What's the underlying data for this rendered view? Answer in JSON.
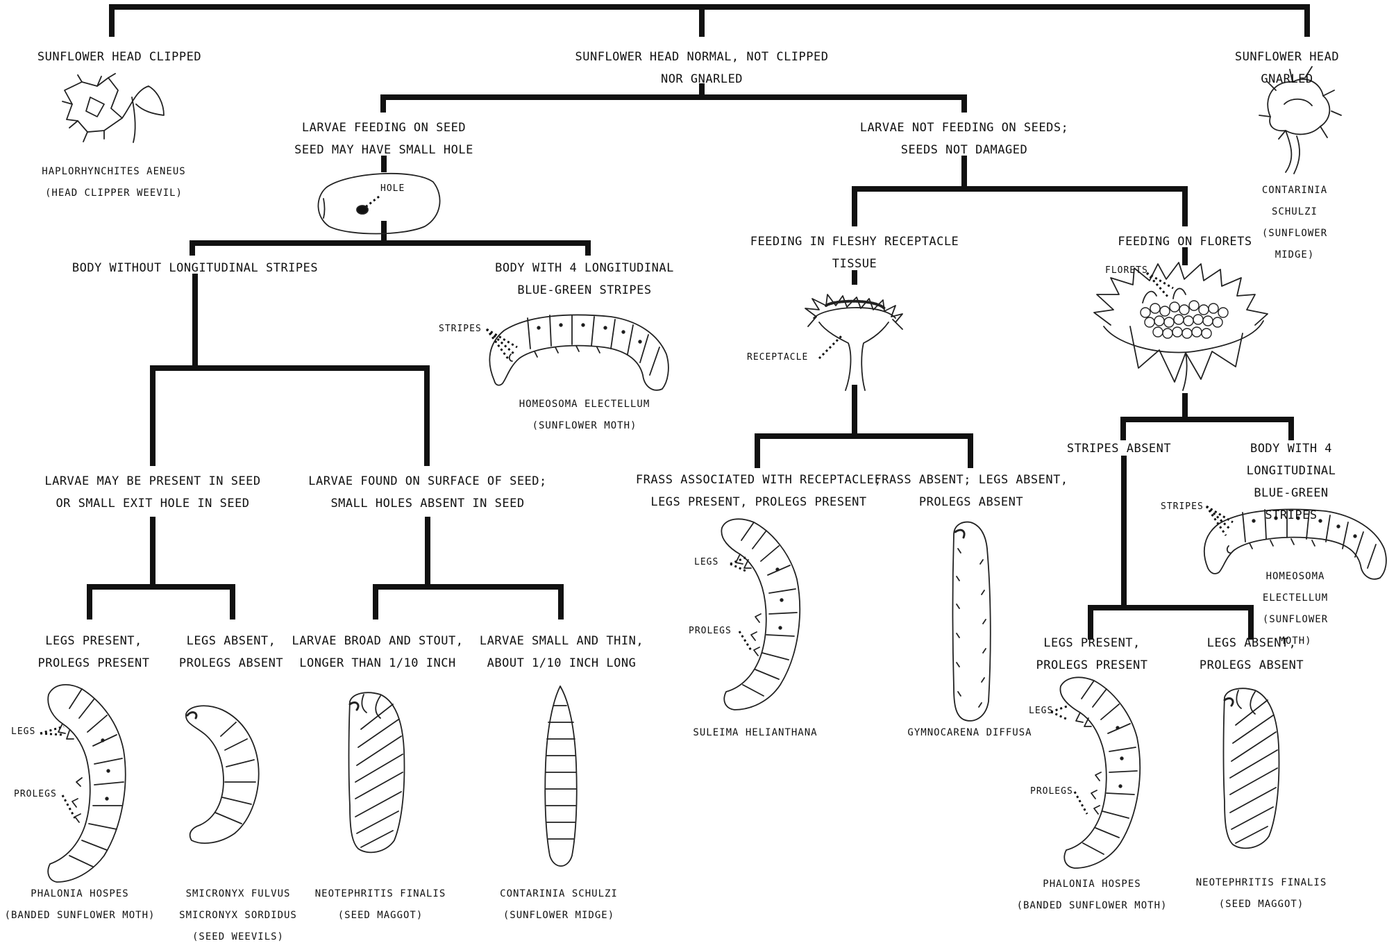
{
  "nodes": {
    "head_clipped": "SUNFLOWER HEAD CLIPPED",
    "head_normal": "SUNFLOWER HEAD NORMAL, NOT CLIPPED\nNOR GNARLED",
    "head_gnarled": "SUNFLOWER HEAD GNARLED",
    "feeding_seed": "LARVAE FEEDING ON SEED\nSEED MAY HAVE SMALL HOLE",
    "not_feeding_seed": "LARVAE NOT FEEDING ON SEEDS;\nSEEDS NOT DAMAGED",
    "no_stripes": "BODY WITHOUT LONGITUDINAL STRIPES",
    "with_stripes_left": "BODY WITH 4 LONGITUDINAL\nBLUE-GREEN STRIPES",
    "fleshy_receptacle": "FEEDING IN FLESHY RECEPTACLE\nTISSUE",
    "on_florets": "FEEDING ON FLORETS",
    "present_in_seed": "LARVAE MAY BE PRESENT IN SEED\nOR SMALL EXIT HOLE IN SEED",
    "surface_of_seed": "LARVAE FOUND ON SURFACE OF SEED;\nSMALL HOLES ABSENT IN SEED",
    "frass_present": "FRASS ASSOCIATED WITH RECEPTACLE;\nLEGS PRESENT, PROLEGS PRESENT",
    "frass_absent": "FRASS ABSENT; LEGS ABSENT,\nPROLEGS ABSENT",
    "stripes_absent": "STRIPES ABSENT",
    "with_stripes_right": "BODY WITH 4 LONGITUDINAL\nBLUE-GREEN STRIPES",
    "legs_present_1": "LEGS PRESENT,\nPROLEGS PRESENT",
    "legs_absent_1": "LEGS ABSENT,\nPROLEGS ABSENT",
    "broad_stout": "LARVAE BROAD AND STOUT,\nLONGER THAN 1/10 INCH",
    "small_thin": "LARVAE SMALL AND THIN,\nABOUT 1/10 INCH LONG",
    "legs_present_2": "LEGS PRESENT,\nPROLEGS PRESENT",
    "legs_absent_2": "LEGS ABSENT,\nPROLEGS ABSENT"
  },
  "species": {
    "haplorhynchites": "HAPLORHYNCHITES AENEUS\n(HEAD CLIPPER WEEVIL)",
    "contarinia_top": "CONTARINIA SCHULZI\n(SUNFLOWER MIDGE)",
    "homoeosoma_left": "HOMEOSOMA ELECTELLUM\n(SUNFLOWER MOTH)",
    "homoeosoma_right": "HOMEOSOMA ELECTELLUM\n(SUNFLOWER MOTH)",
    "suleima": "SULEIMA HELIANTHANA",
    "gymnocarena": "GYMNOCARENA DIFFUSA",
    "phalonia_1": "PHALONIA HOSPES\n(BANDED SUNFLOWER MOTH)",
    "smicronyx": "SMICRONYX FULVUS\nSMICRONYX SORDIDUS\n(SEED WEEVILS)",
    "neotephritis_1": "NEOTEPHRITIS FINALIS\n(SEED MAGGOT)",
    "contarinia_bottom": "CONTARINIA SCHULZI\n(SUNFLOWER MIDGE)",
    "phalonia_2": "PHALONIA HOSPES\n(BANDED SUNFLOWER MOTH)",
    "neotephritis_2": "NEOTEPHRITIS FINALIS\n(SEED MAGGOT)"
  },
  "labels": {
    "hole": "HOLE",
    "stripes_1": "STRIPES",
    "receptacle": "RECEPTACLE",
    "florets": "FLORETS",
    "stripes_2": "STRIPES",
    "legs_1": "LEGS",
    "prolegs_1": "PROLEGS",
    "legs_2": "LEGS",
    "prolegs_2": "PROLEGS",
    "legs_3": "LEGS",
    "prolegs_3": "PROLEGS"
  },
  "colors": {
    "ink": "#111111",
    "background": "#ffffff"
  },
  "illustrations": [
    "clipped-sunflower-head",
    "gnarled-sunflower-head",
    "seed-with-hole",
    "sunflower-receptacle",
    "sunflower-florets",
    "striped-larva",
    "legged-larva",
    "weevil-larva",
    "maggot-larva",
    "midge-larva",
    "long-slender-larva"
  ]
}
